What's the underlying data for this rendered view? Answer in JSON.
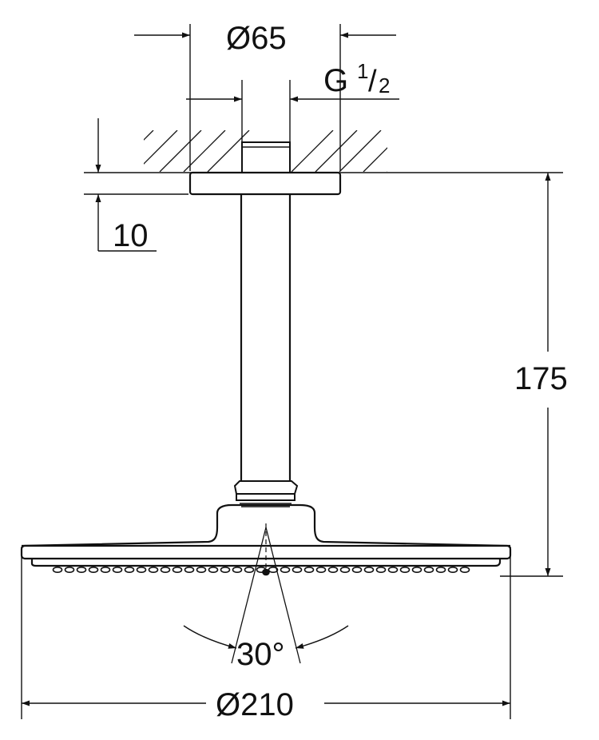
{
  "dimensions": {
    "connector_diameter": "Ø65",
    "thread_prefix": "G",
    "thread_numerator": "1",
    "thread_slash": "/",
    "thread_denominator": "2",
    "flange_thickness": "10",
    "total_height": "175",
    "spray_angle": "30°",
    "head_diameter": "Ø210"
  },
  "colors": {
    "line": "#111111",
    "background": "#ffffff"
  }
}
